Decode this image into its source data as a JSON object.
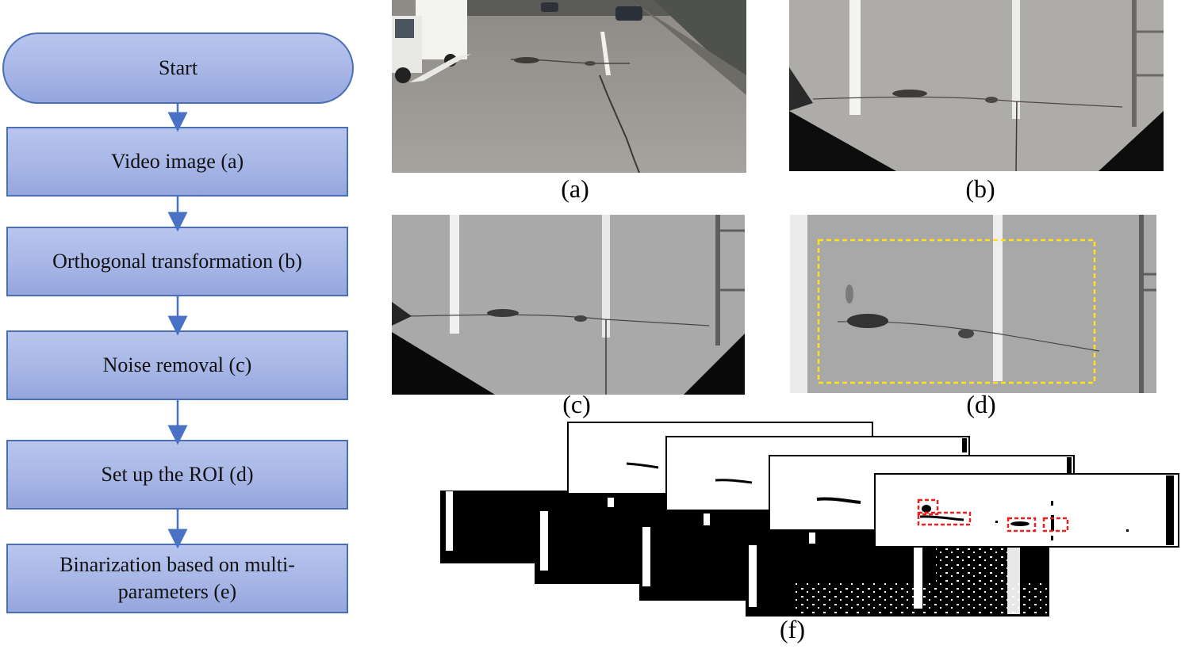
{
  "flowchart": {
    "steps": [
      {
        "label": "Start"
      },
      {
        "label": "Video image (a)"
      },
      {
        "label": "Orthogonal transformation (b)"
      },
      {
        "label": "Noise removal (c)"
      },
      {
        "label": "Set up the ROI (d)"
      },
      {
        "label": "Binarization based on multi-parameters (e)"
      }
    ]
  },
  "panels": {
    "a": "(a)",
    "b": "(b)",
    "c": "(c)",
    "d": "(d)",
    "f": "(f)"
  },
  "colors": {
    "box_fill": "#a7b6e6",
    "box_border": "#4a6fb3",
    "arrow": "#4a72c4",
    "roi_box": "#ffe21a",
    "detection_box": "#e8201f"
  }
}
